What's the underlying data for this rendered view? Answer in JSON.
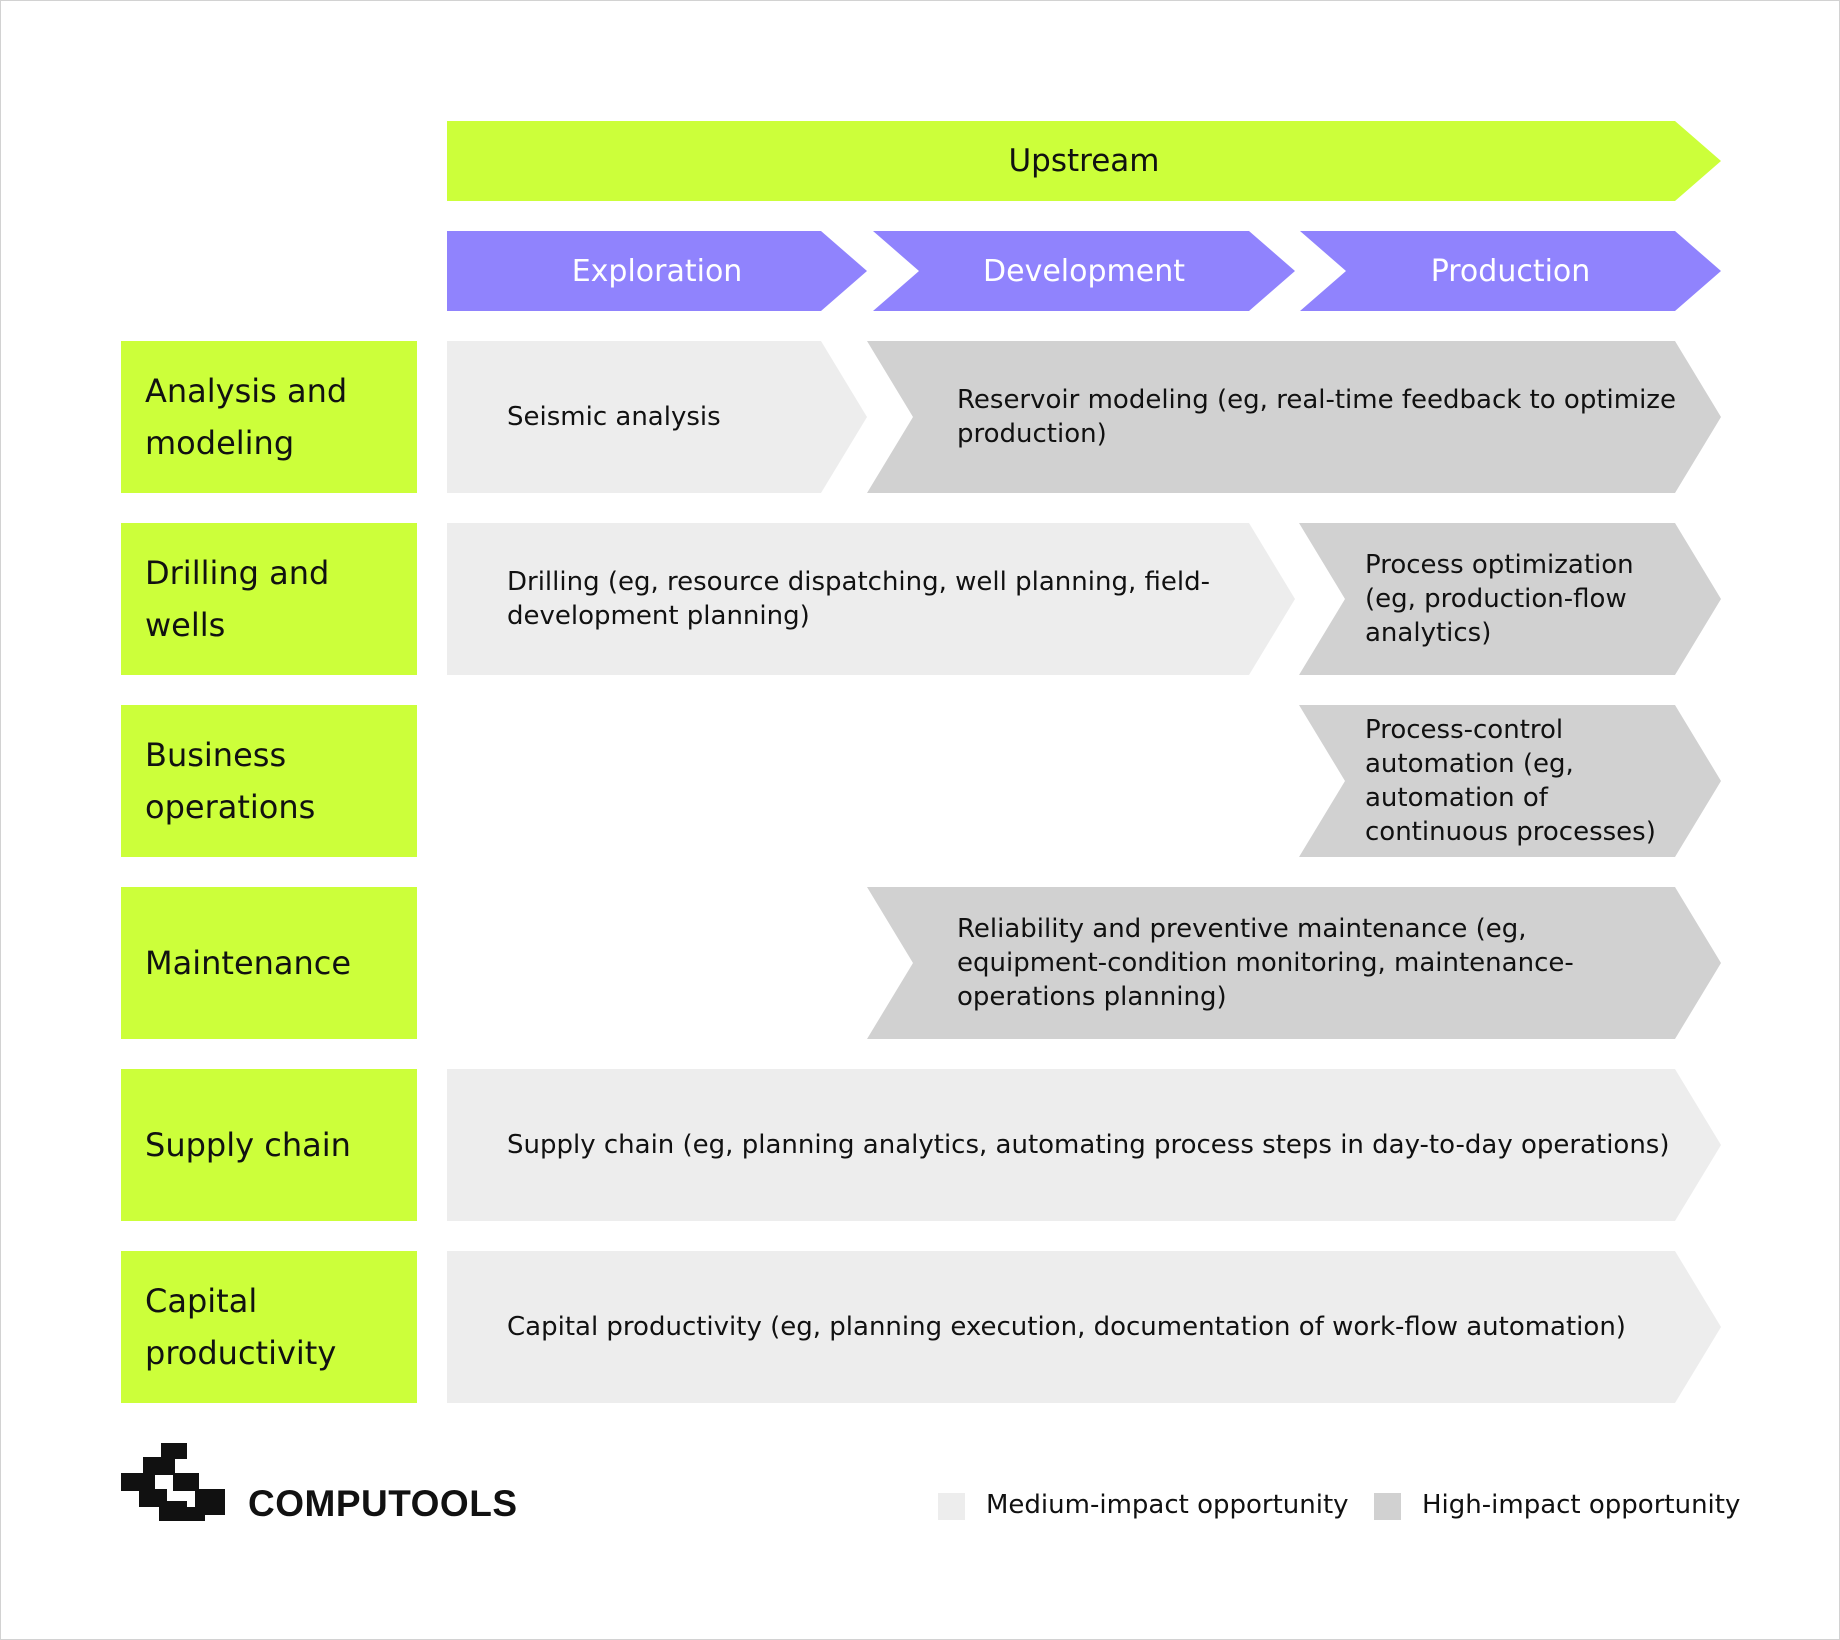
{
  "banner": "Upstream",
  "stages": [
    "Exploration",
    "Development",
    "Production"
  ],
  "categories": [
    "Analysis and modeling",
    "Drilling and wells",
    "Business operations",
    "Maintenance",
    "Supply chain",
    "Capital productivity"
  ],
  "opportunities": {
    "seismic": "Seismic analysis",
    "reservoir": "Reservoir modeling (eg, real-time feedback to optimize production)",
    "drilling": "Drilling (eg, resource dispatching, well planning, field-development planning)",
    "process_optimization": "Process optimization (eg, production-flow analytics)",
    "process_control": "Process-control automation (eg, automation of continuous processes)",
    "maintenance": "Reliability and preventive maintenance (eg, equipment-condition monitoring, maintenance-operations planning)",
    "supply_chain": "Supply chain (eg, planning analytics, automating process steps in day-to-day operations)",
    "capital": "Capital productivity (eg, planning execution, documentation of work-flow automation)"
  },
  "brand": "COMPUTOOLS",
  "legend": {
    "medium": "Medium-impact opportunity",
    "high": "High-impact opportunity"
  },
  "colors": {
    "lime": "#ccff3a",
    "purple": "#9083fd",
    "medium_gray": "#ededed",
    "high_gray": "#d1d1d1"
  }
}
